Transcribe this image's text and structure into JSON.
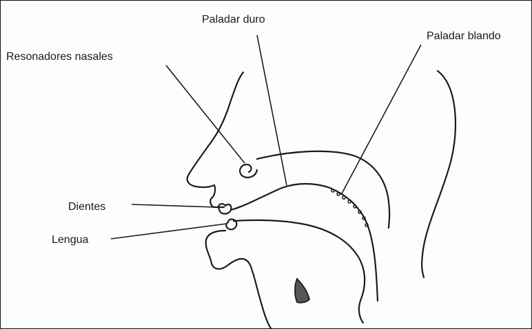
{
  "labels": {
    "paladar_duro": "Paladar duro",
    "paladar_blando": "Paladar blando",
    "resonadores_nasales": "Resonadores nasales",
    "dientes": "Dientes",
    "lengua": "Lengua"
  },
  "colors": {
    "ink": "#1a1a1a",
    "background": "#fdfdfd"
  }
}
